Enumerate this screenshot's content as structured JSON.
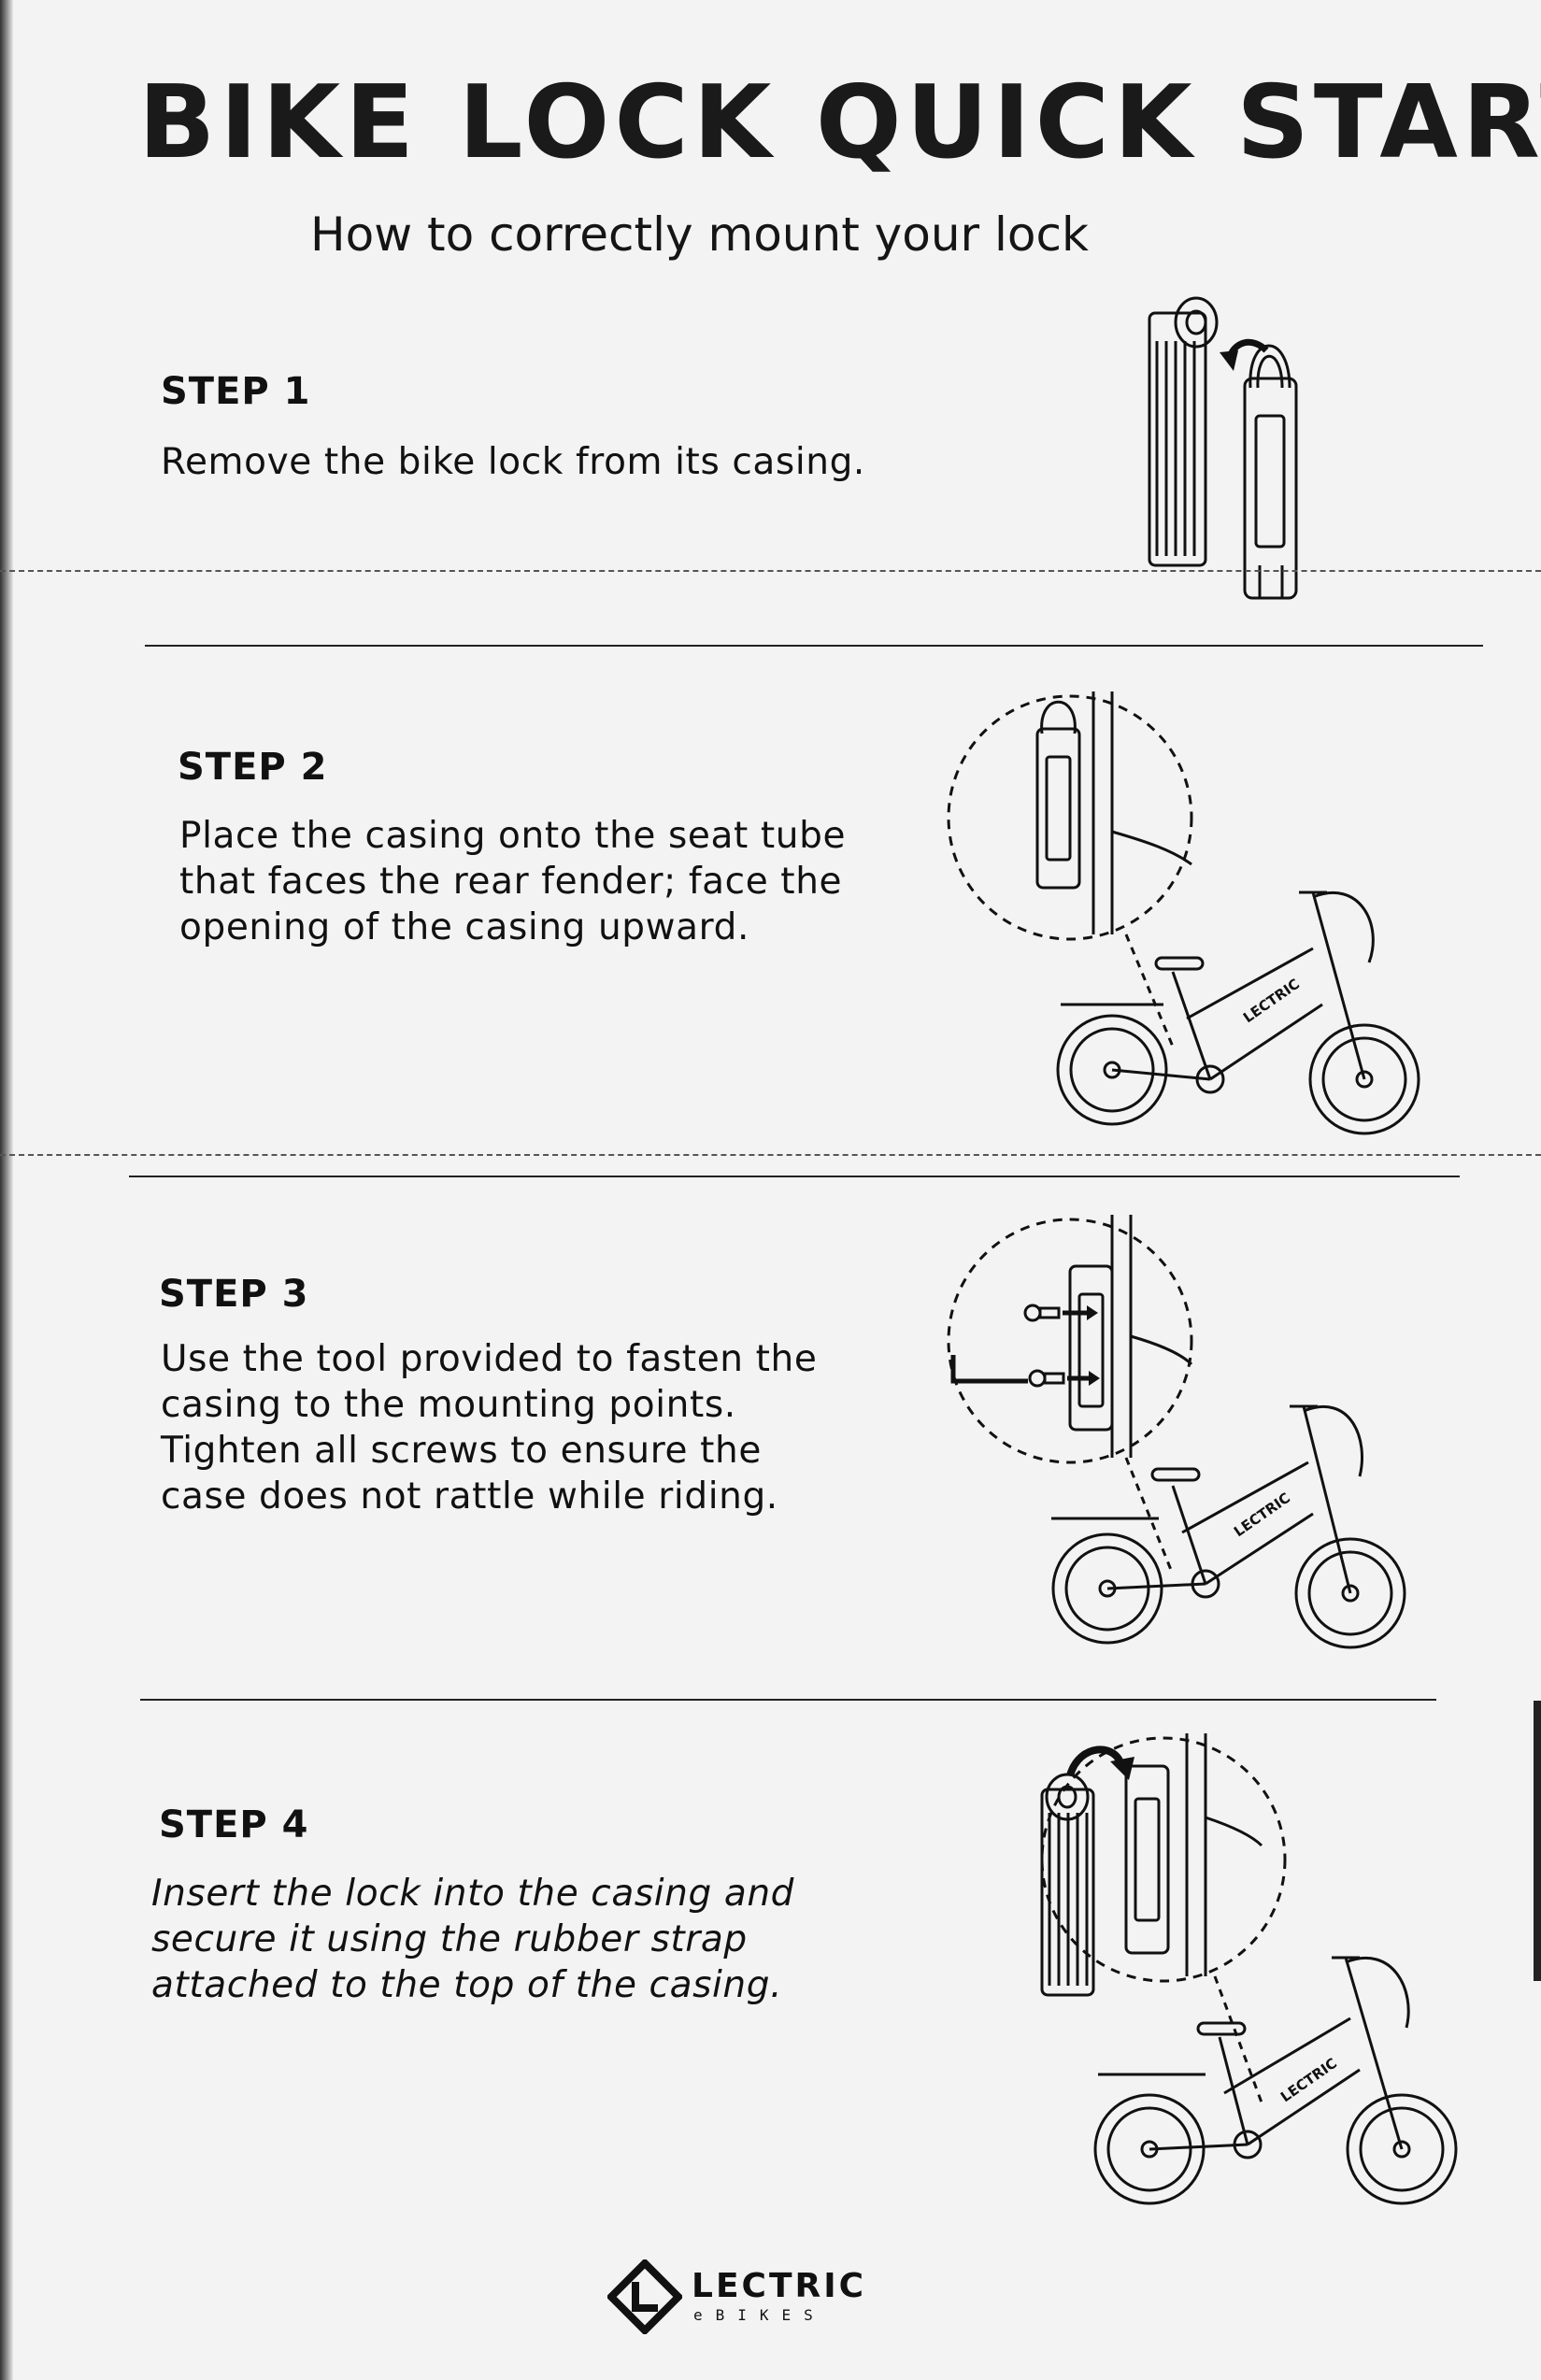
{
  "document": {
    "title": "BIKE LOCK QUICK START",
    "subtitle": "How to correctly mount your lock"
  },
  "steps": [
    {
      "heading": "STEP 1",
      "lines": [
        "Remove the bike lock from its casing."
      ]
    },
    {
      "heading": "STEP 2",
      "lines": [
        "Place the casing onto the seat tube",
        "that faces the rear fender; face the",
        "opening of the casing upward."
      ]
    },
    {
      "heading": "STEP 3",
      "lines": [
        "Use the tool provided to fasten the",
        "casing to the mounting points.",
        "Tighten all screws to ensure the",
        "case does not rattle while riding."
      ]
    },
    {
      "heading": "STEP 4",
      "lines": [
        "Insert the lock into the casing and",
        "secure it using the rubber strap",
        "attached to the top of the casing."
      ]
    }
  ],
  "brand": {
    "name": "LECTRIC",
    "sub": "eBIKES",
    "frame_decal": "LECTRIC"
  },
  "illustrations": {
    "step1": "lock-removal-icon",
    "step2": "casing-on-seat-tube-icon",
    "step3": "screw-mounting-icon",
    "step4": "lock-insert-icon"
  }
}
